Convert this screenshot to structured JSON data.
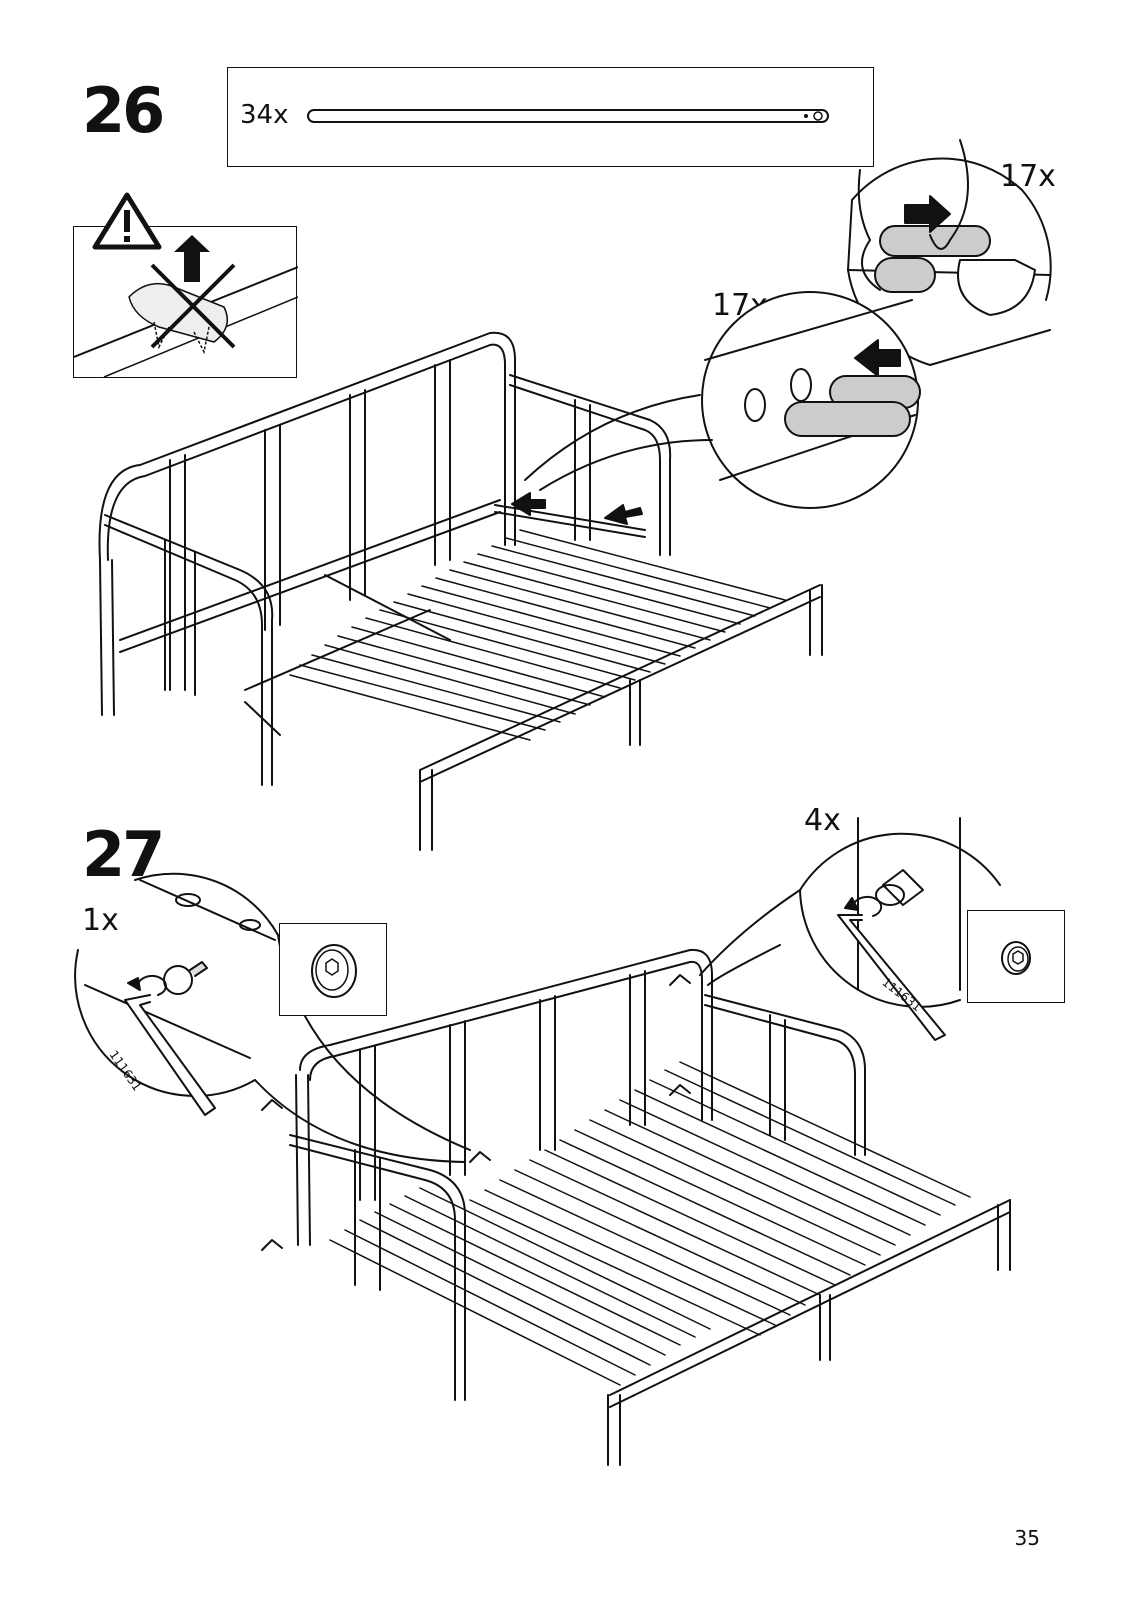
{
  "page": {
    "number": "35"
  },
  "step26": {
    "number": "26",
    "part": {
      "quantity": "34x",
      "name": "slat-rod"
    },
    "warning": {
      "icon": "warning-triangle-icon"
    },
    "detail_a": {
      "quantity": "17x"
    },
    "detail_b": {
      "quantity": "17x"
    }
  },
  "step27": {
    "number": "27",
    "detail_left": {
      "quantity": "1x",
      "tool_code": "111631"
    },
    "detail_right": {
      "quantity": "4x",
      "tool_code": "111631"
    }
  }
}
